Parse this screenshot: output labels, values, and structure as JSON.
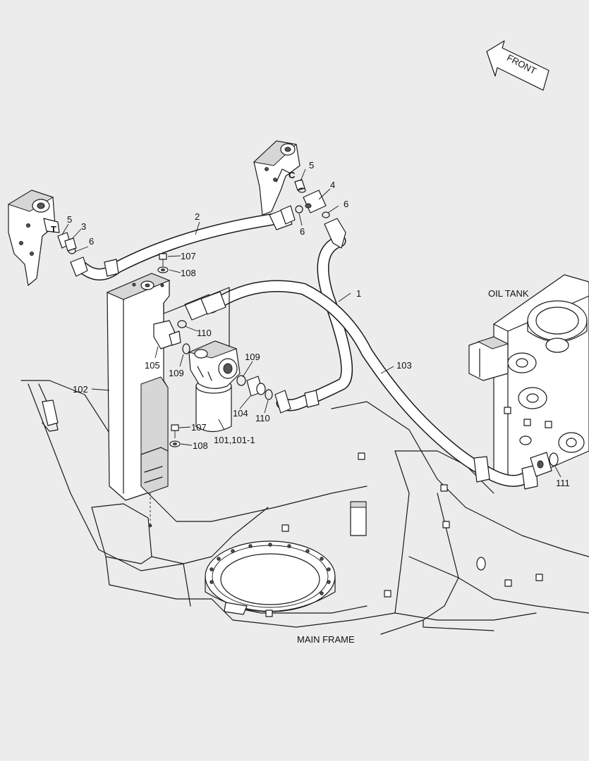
{
  "diagram": {
    "front_label": "FRONT",
    "labels": {
      "oil_tank": "OIL TANK",
      "main_frame": "MAIN FRAME"
    },
    "callouts": {
      "c1": "1",
      "c2": "2",
      "c3": "3",
      "c4": "4",
      "c5_left": "5",
      "c5_right": "5",
      "c6_left": "6",
      "c6_mid": "6",
      "c6_right": "6",
      "port_t": "T",
      "port_c": "C",
      "c101": "101,101-1",
      "c102": "102",
      "c103": "103",
      "c104": "104",
      "c105": "105",
      "c107_top": "107",
      "c107_bottom": "107",
      "c108_top": "108",
      "c108_bottom": "108",
      "c109_left": "109",
      "c109_right": "109",
      "c110_top": "110",
      "c110_bottom": "110",
      "c111": "111"
    }
  }
}
